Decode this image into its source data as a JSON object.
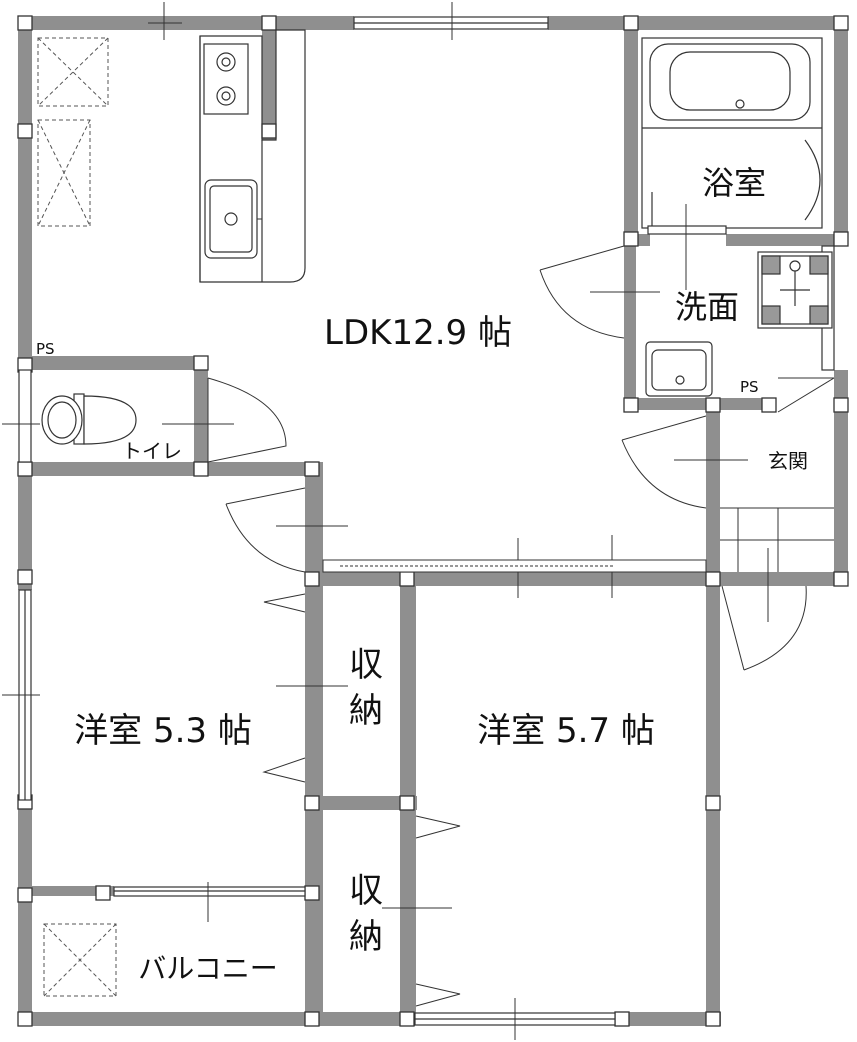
{
  "rooms": {
    "ldk": "LDK12.9 帖",
    "bath": "浴室",
    "washroom": "洗面",
    "toilet": "トイレ",
    "entrance": "玄関",
    "western_room_left": "洋室 5.3 帖",
    "western_room_right": "洋室 5.7 帖",
    "storage_upper": [
      "収",
      "納"
    ],
    "storage_lower": [
      "収",
      "納"
    ],
    "balcony": "バルコニー",
    "ps_left": "PS",
    "ps_right": "PS"
  },
  "colors": {
    "wall": "#8f8f8f",
    "line": "#333333",
    "background": "#ffffff"
  }
}
